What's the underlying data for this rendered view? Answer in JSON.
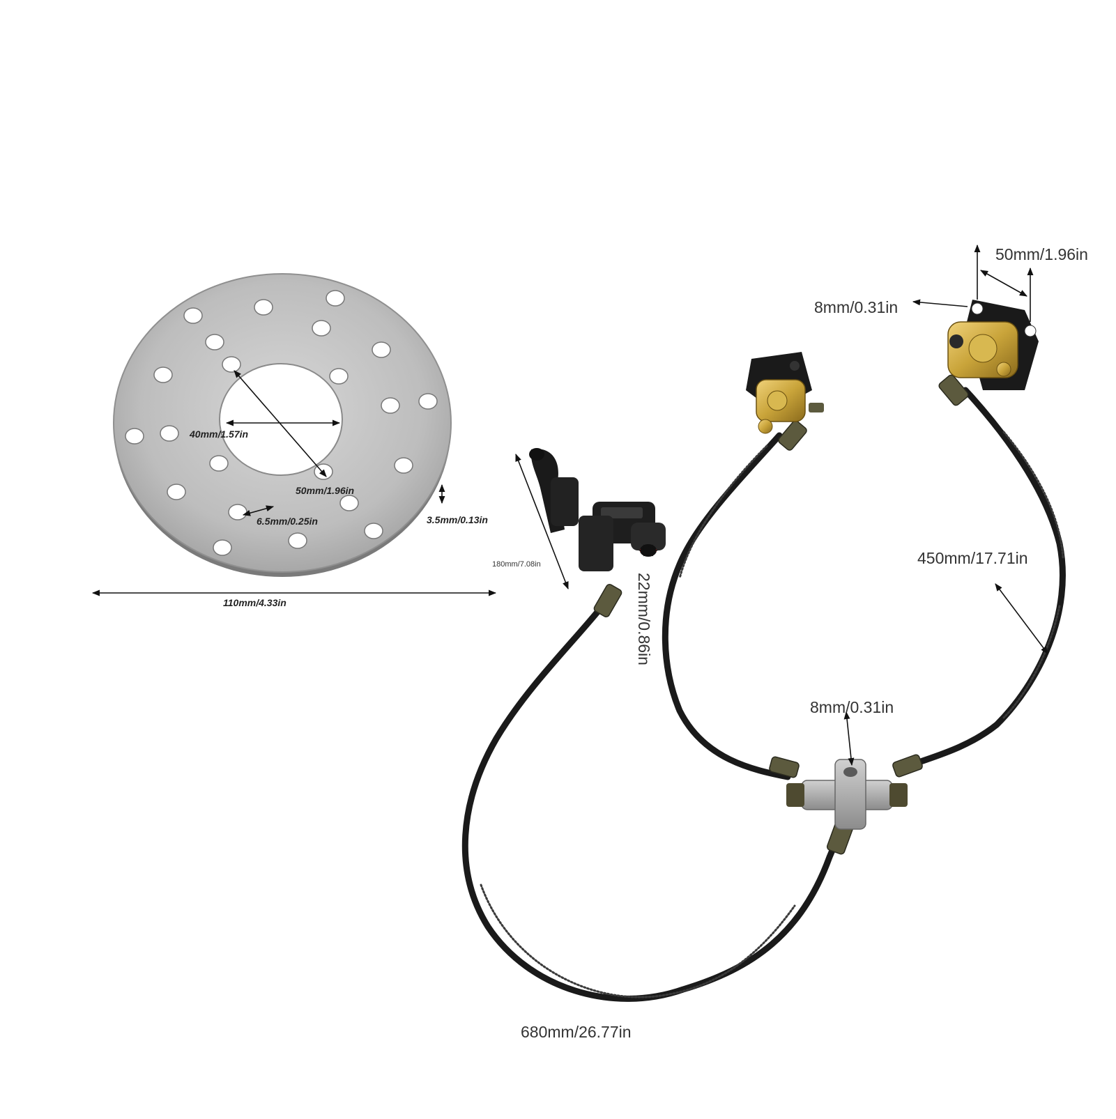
{
  "labels": {
    "rotor_outer": "110mm/4.33in",
    "rotor_center_hole": "40mm/1.57in",
    "rotor_bolt_circle": "50mm/1.96in",
    "rotor_small_hole": "6.5mm/0.25in",
    "rotor_thickness": "3.5mm/0.13in",
    "lever_length": "180mm/7.08in",
    "lever_clamp": "22mm/0.86in",
    "caliper_mount_spacing": "50mm/1.96in",
    "caliper_bolt": "8mm/0.31in",
    "tee_bolt": "8mm/0.31in",
    "hose_short": "450mm/17.71in",
    "hose_long": "680mm/26.77in"
  },
  "colors": {
    "rotor": "#b8b8b8",
    "brass": "#c9a43a",
    "hose": "#1a1a1a",
    "tee": "#a8a8a8",
    "accent_arrow": "#d01818"
  }
}
